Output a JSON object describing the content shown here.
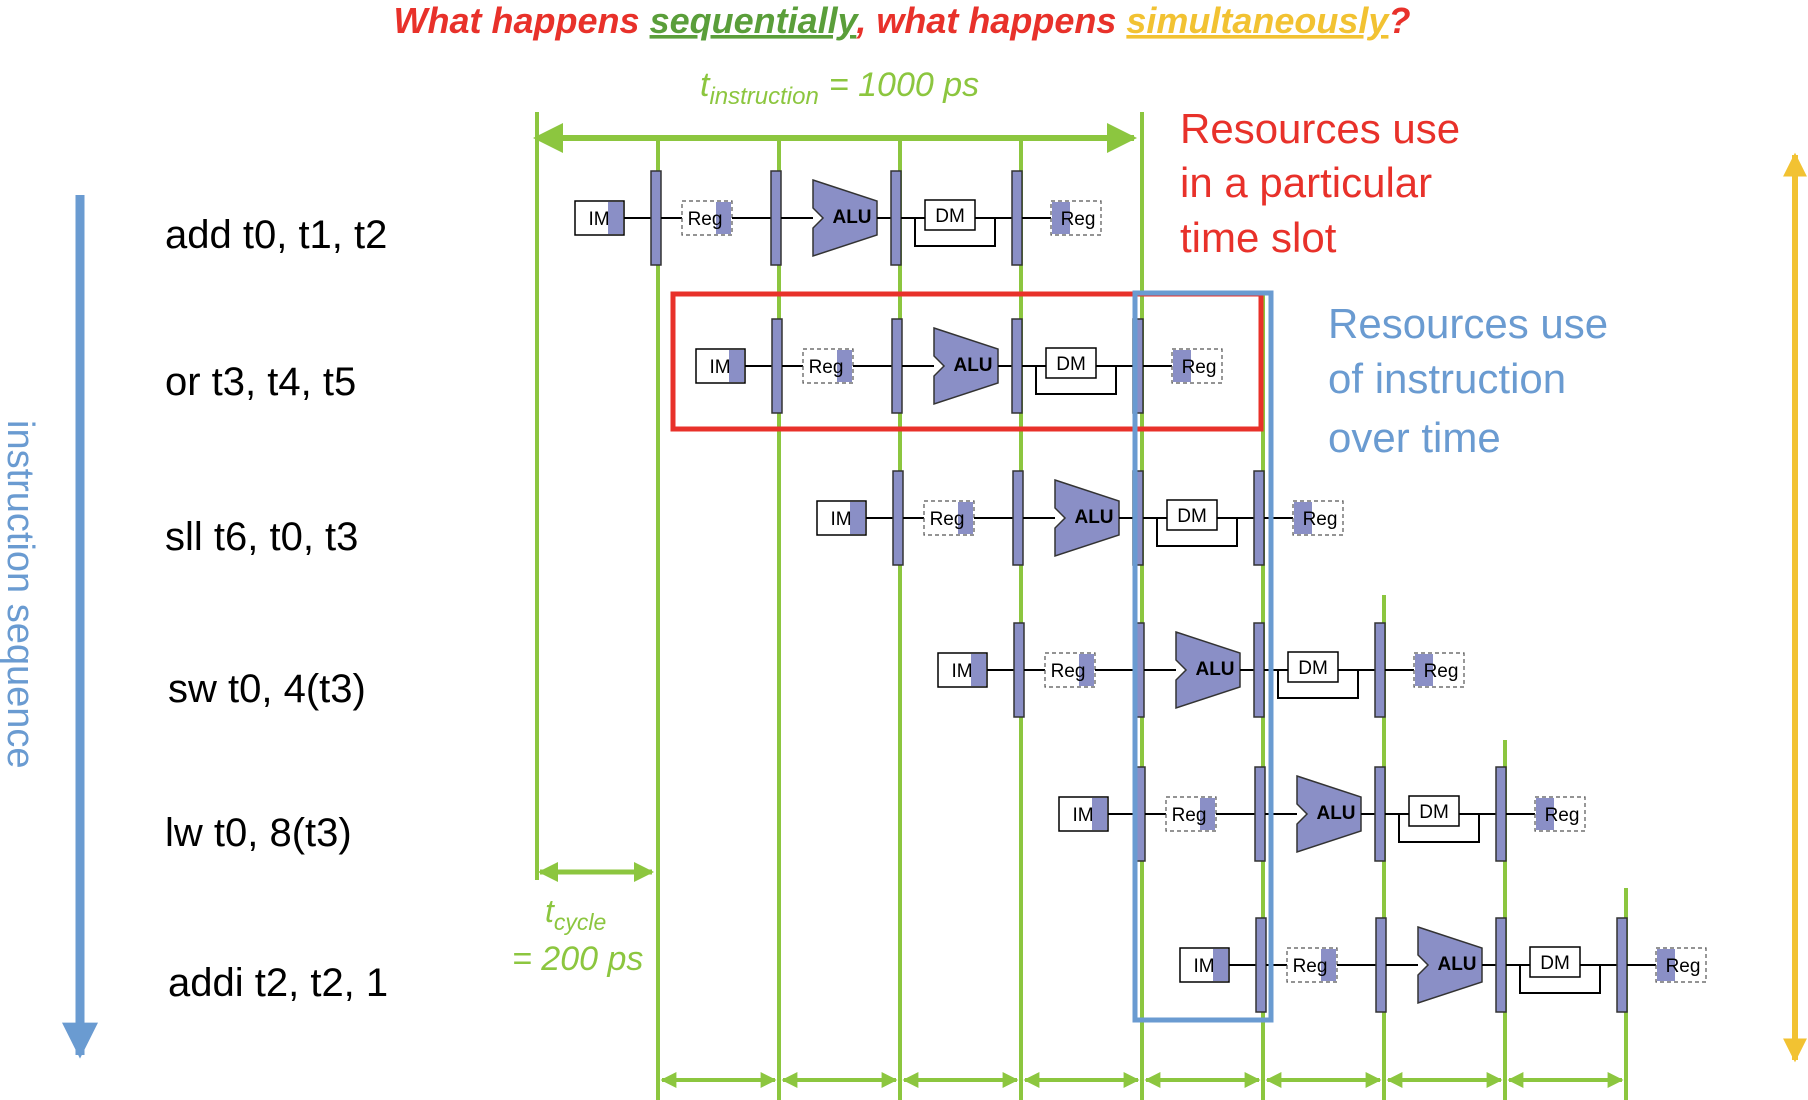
{
  "title": {
    "part1": "What happens ",
    "sequential": "sequentially",
    "part2": ", what happens ",
    "simultaneous": "simultaneously",
    "part3": "?"
  },
  "t_instruction": {
    "symbol": "t",
    "subscript": "instruction",
    "value": "= 1000 ps"
  },
  "t_cycle": {
    "symbol": "t",
    "subscript": "cycle",
    "value": "= 200 ps"
  },
  "axis_label": "instruction sequence",
  "instructions": [
    "add t0, t1, t2",
    "or t3, t4, t5",
    "sll t6, t0, t3",
    "sw t0, 4(t3)",
    "lw t0, 8(t3)",
    "addi t2, t2, 1"
  ],
  "annotations": {
    "red": [
      "Resources use",
      "in a particular",
      "time slot"
    ],
    "blue": [
      "Resources use",
      "of instruction",
      "over time"
    ]
  },
  "stages": {
    "im": "IM",
    "reg": "Reg",
    "alu": "ALU",
    "dm": "DM"
  },
  "colors": {
    "green": "#8cc63f",
    "red": "#e8312a",
    "blue": "#6a9bd1",
    "yellow": "#f2c232",
    "stage_fill": "#8a8fc6",
    "title_green": "#5a9e3a",
    "title_yellow": "#f2c232"
  }
}
